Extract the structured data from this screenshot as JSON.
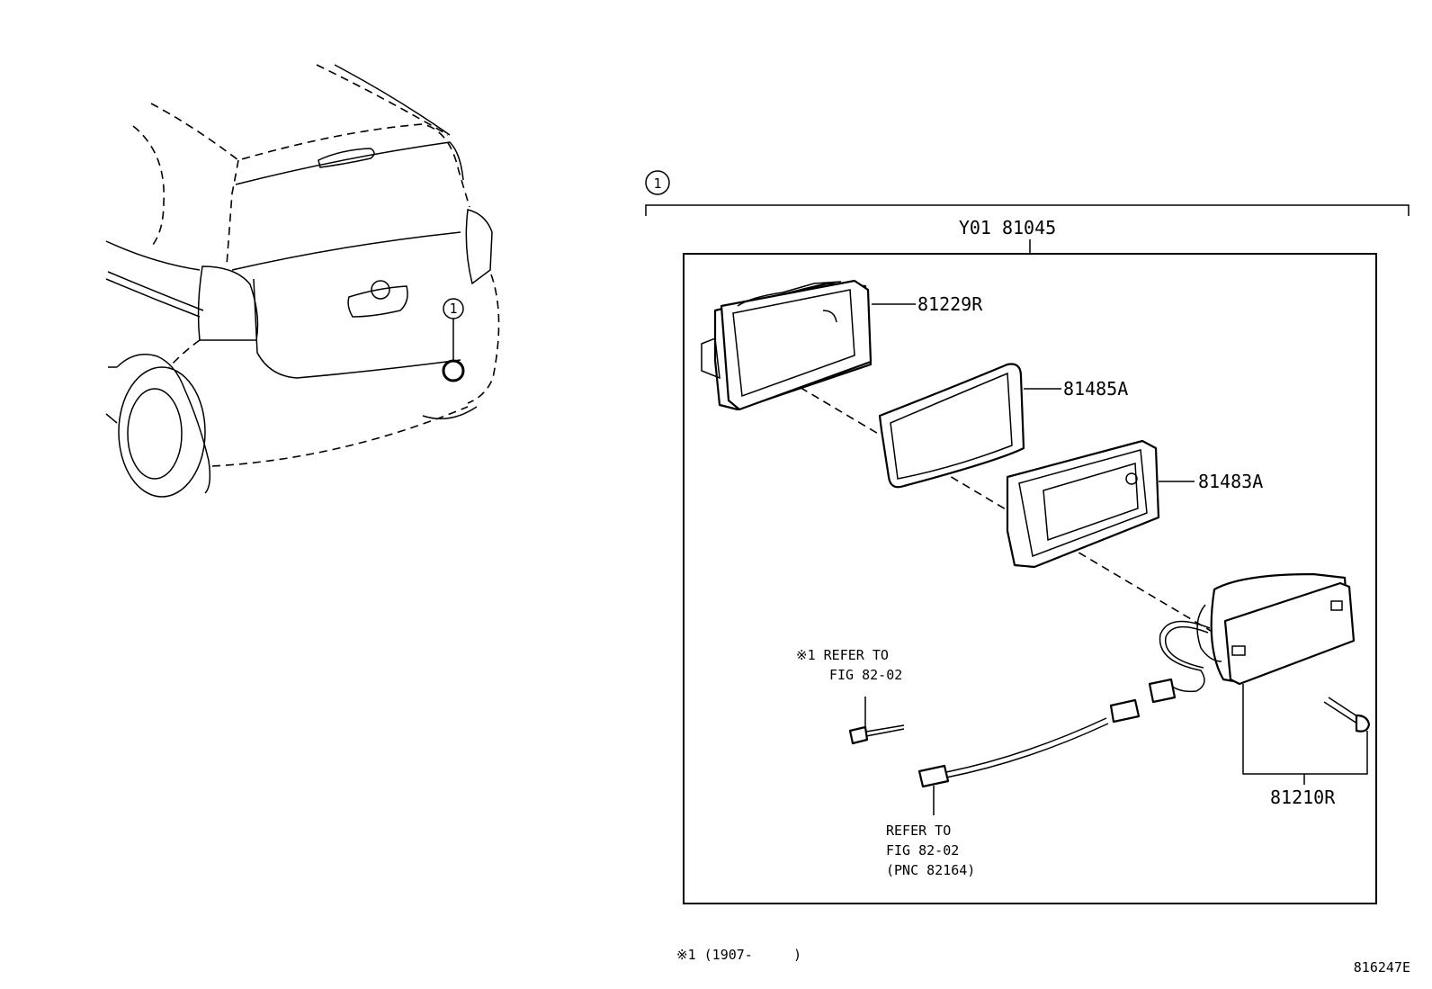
{
  "diagram": {
    "callout_marker": "1",
    "assembly_number": "Y01 81045",
    "parts": {
      "housing": "81229R",
      "gasket": "81485A",
      "bracket": "81483A",
      "lamp": "81210R"
    },
    "notes": {
      "refer_1_line1": "※1 REFER TO",
      "refer_1_line2": "FIG 82-02",
      "refer_2_line1": "REFER TO",
      "refer_2_line2": "FIG 82-02",
      "refer_2_line3": "(PNC 82164)"
    },
    "footnote": "※1 (1907-     )",
    "figure_code": "816247E"
  }
}
